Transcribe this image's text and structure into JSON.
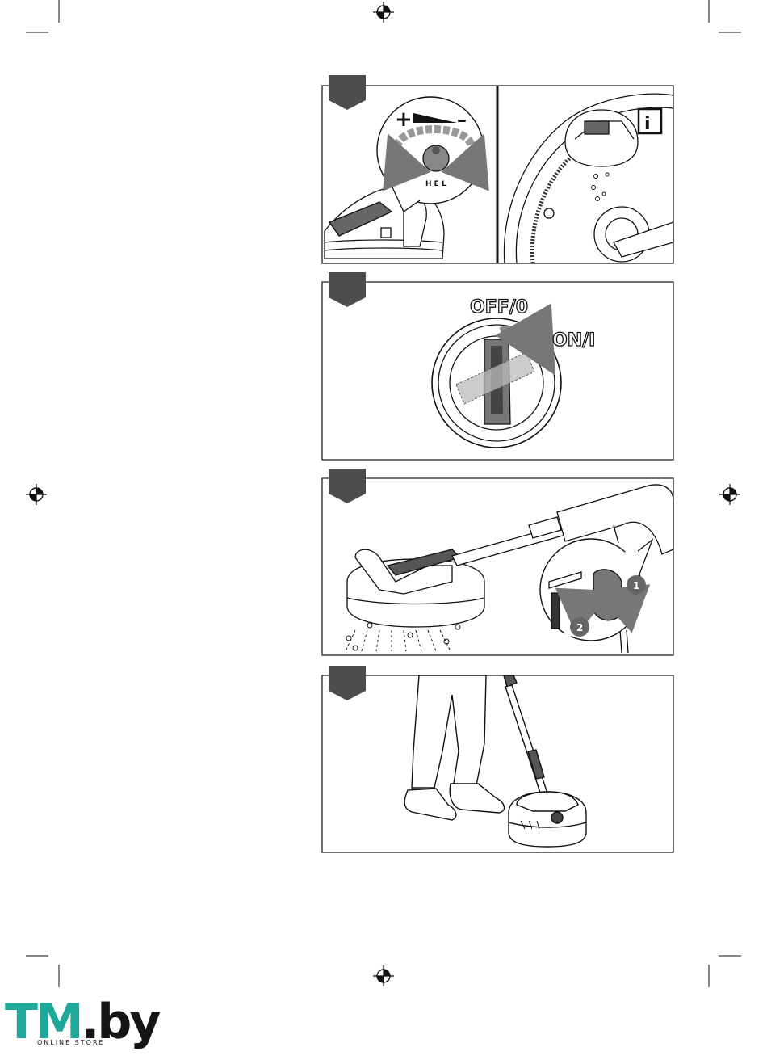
{
  "panels": [
    {
      "id": "adjust-nozzle",
      "labels": {
        "plus": "+",
        "minus": "–",
        "dial_marks": "H E L"
      },
      "info_icon": "info-icon"
    },
    {
      "id": "power-switch",
      "labels": {
        "off": "OFF/0",
        "on": "ON/I"
      }
    },
    {
      "id": "trigger",
      "callouts": [
        "1",
        "2"
      ]
    },
    {
      "id": "usage"
    }
  ],
  "logo": {
    "main_t": "TM",
    "main_b": ".by",
    "sub": "ONLINE STORE"
  },
  "colors": {
    "step_tab": "#4d4d4d",
    "logo_accent": "#1fa89a",
    "line": "#111111",
    "arrow_grey": "#8a8a8a"
  }
}
